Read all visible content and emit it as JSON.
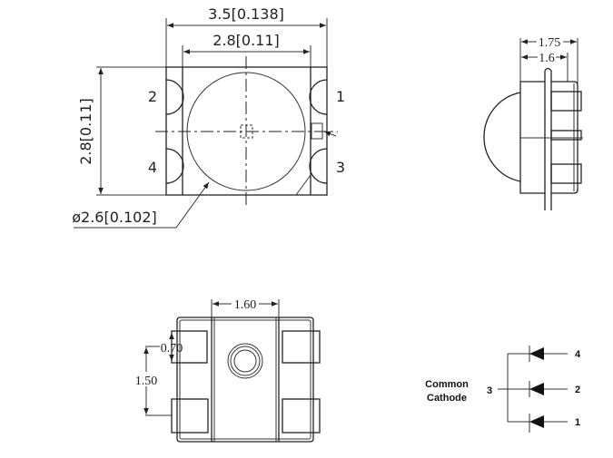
{
  "top_view": {
    "width_dim": "3.5[0.138]",
    "inner_width_dim": "2.8[0.11]",
    "height_dim": "2.8[0.11]",
    "lens_dim": "ø2.6[0.102]",
    "pins": [
      "1",
      "2",
      "3",
      "4"
    ]
  },
  "side_view": {
    "total_height_dim": "1.75",
    "body_height_dim": "1.6"
  },
  "bottom_view": {
    "center_width_dim": "1.60",
    "pad_width_dim": "0.70",
    "pad_pitch_dim": "1.50"
  },
  "schematic": {
    "label_line1": "Common",
    "label_line2": "Cathode",
    "common_pin": "3",
    "anode_pins": [
      "4",
      "2",
      "1"
    ]
  }
}
